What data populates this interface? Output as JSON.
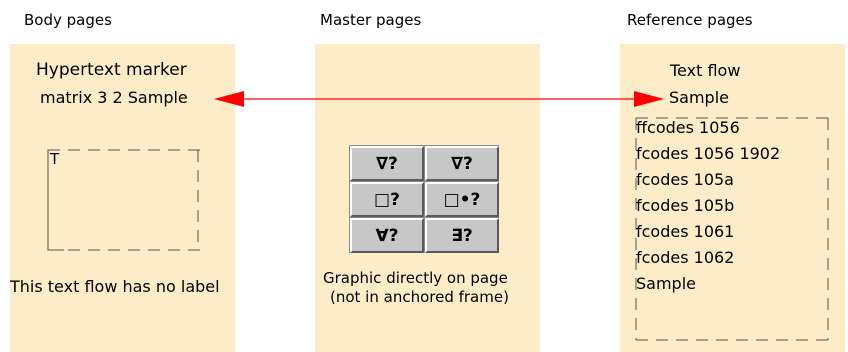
{
  "headers": {
    "body": "Body pages",
    "master": "Master pages",
    "reference": "Reference pages"
  },
  "body_page": {
    "marker_title": "Hypertext marker",
    "marker_text": "matrix 3 2 Sample",
    "text_symbol": "T",
    "flow_caption": "This text flow has no label"
  },
  "master_page": {
    "palette": [
      "∇?",
      "∇?",
      "□?",
      "□•?",
      "∀?",
      "∃?"
    ],
    "caption_line1": "Graphic directly on page",
    "caption_line2": "(not in anchored frame)"
  },
  "reference_page": {
    "title_line1": "Text flow",
    "title_line2": "Sample",
    "entries": [
      "ffcodes 1056",
      "fcodes 1056 1902",
      "fcodes 105a",
      "fcodes 105b",
      "fcodes 1061",
      "fcodes 1062",
      "Sample"
    ]
  },
  "colors": {
    "panel": "#fdecc8",
    "arrow": "#ff0000"
  }
}
